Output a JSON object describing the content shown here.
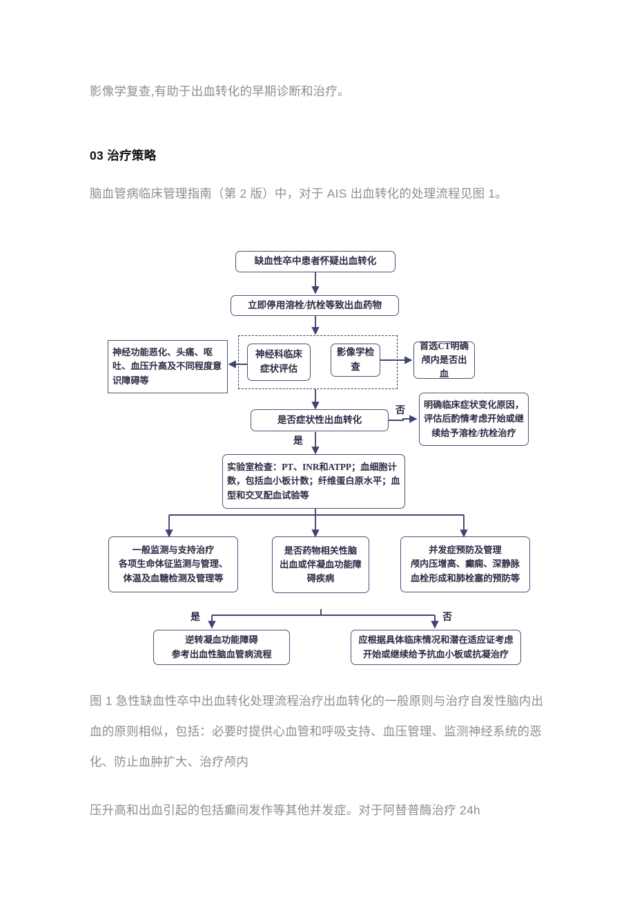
{
  "document": {
    "paragraph_intro": "影像学复查,有助于出血转化的早期诊断和治疗。",
    "section_heading": "03 治疗策略",
    "paragraph_guideline": "脑血管病临床管理指南（第 2 版）中，对于 AIS 出血转化的处理流程见图 1。",
    "figure_caption": "图 1 急性缺血性卒中出血转化处理流程治疗出血转化的一般原则与治疗自发性脑内出血的原则相似，包括：必要时提供心血管和呼吸支持、血压管理、监测神经系统的恶化、防止血肿扩大、治疗颅内",
    "paragraph_tail": "压升高和出血引起的包括癫间发作等其他并发症。对于阿替普酶治疗 24h"
  },
  "flowchart": {
    "colors": {
      "node_border": "#4a4f7a",
      "node_text": "#2b2b44",
      "dashed_border": "#3b3b55",
      "connector": "#3f4570",
      "body_text": "#8e8e93",
      "heading_text": "#111111"
    },
    "nodes": {
      "suspect": "缺血性卒中患者怀疑出血转化",
      "stop_drugs": "立即停用溶栓/抗栓等致出血药物",
      "neuro_assess": "神经科临床\n症状评估",
      "imaging_exam": "影像学检查",
      "symptoms_detail": "神经功能恶化、头痛、呕吐、血压升高及不同程度意识障碍等",
      "ct_first": "首选CT明确\n颅内是否出血",
      "symptomatic_decision": "是否症状性出血转化",
      "clarify_cause": "明确临床症状变化原因，评估后酌情考虑开始或继续给予溶栓/抗栓治疗",
      "lab_tests": "实验室检查：PT、INR和ATPP；血细胞计数，包括血小板计数；纤维蛋白原水平；血型和交叉配血试验等",
      "general_support": "一般监测与支持治疗\n各项生命体征监测与管理、\n体温及血糖检测及管理等",
      "drug_related": "是否药物相关性脑\n出血或伴凝血功能障\n碍疾病",
      "complications": "并发症预防及管理\n颅内压增高、癫痫、深静脉\n血栓形成和肺栓塞的预防等",
      "reverse_coag": "逆转凝血功能障碍\n参考出血性脑血管病流程",
      "antiplatelet": "应根据具体临床情况和潜在适应证考虑\n开始或继续给予抗血小板或抗凝治疗"
    },
    "edge_labels": {
      "no_symptomatic": "否",
      "yes_symptomatic": "是",
      "yes_drug_related": "是",
      "no_drug_related": "否"
    }
  }
}
